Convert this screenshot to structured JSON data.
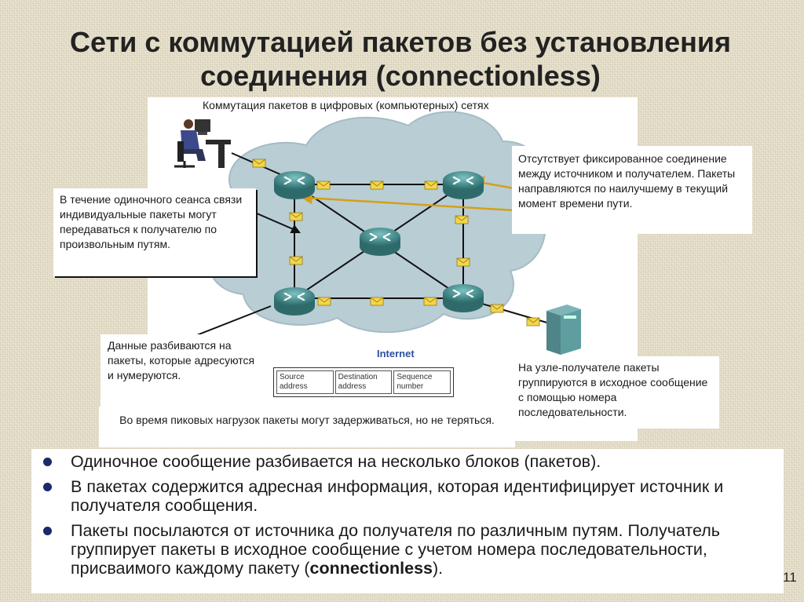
{
  "title": {
    "line1": "Сети с коммутацией пакетов без установления",
    "line2_prefix": "соединения (",
    "line2_bold": "connectionless",
    "line2_suffix": ")"
  },
  "diagram": {
    "title": "Коммутация пакетов в цифровых (компьютерных) сетях",
    "internet_label": "Internet",
    "callout_left": "В течение одиночного сеанса связи индивидуальные пакеты могут передаваться к получателю по произвольным путям.",
    "callout_right": "Отсутствует фиксированное соединение между источником и получателем. Пакеты направляются по наилучшему в текущий момент времени пути.",
    "callout_bottom_left": "Данные разбиваются на пакеты, которые адресуются и нумеруются.",
    "callout_bottom_right": "На узле-получателе пакеты группируются в исходное сообщение с помощью номера последовательности.",
    "callout_bottom_center": "Во время пиковых нагрузок пакеты могут задерживаться, но не теряться.",
    "packet_fields": [
      "Source\naddress",
      "Destination\naddress",
      "Sequence\nnumber"
    ],
    "icons": [
      "user-at-computer-icon",
      "router-icon",
      "server-icon",
      "envelope-icon",
      "cloud-icon"
    ]
  },
  "bullets": [
    {
      "text": "Одиночное сообщение разбивается на несколько блоков (пакетов)."
    },
    {
      "text": "В пакетах содержится адресная информация, которая идентифицирует источник и получателя сообщения."
    },
    {
      "text_prefix": "Пакеты посылаются от источника до получателя по различным путям. Получатель группирует пакеты в исходное сообщение с учетом номера последовательности, присваимого каждому пакету (",
      "bold": "connectionless",
      "text_suffix": ")."
    }
  ],
  "page_number": "11",
  "colors": {
    "background": "#e6e0cb",
    "bullet": "#1b2a6b",
    "router": "#3f8f8f",
    "cloud": "#b9cdd4",
    "envelope": "#f2d64b",
    "internet_label": "#2d4fa0"
  }
}
